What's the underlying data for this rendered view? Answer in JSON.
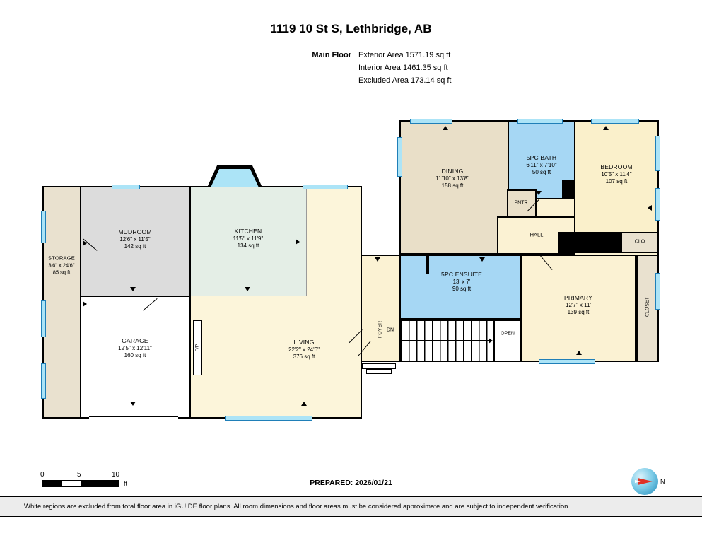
{
  "header": {
    "title": "1119 10 St S, Lethbridge, AB",
    "floor_label": "Main Floor",
    "area_stats": [
      "Exterior Area 1571.19 sq ft",
      "Interior Area 1461.35 sq ft",
      "Excluded Area 173.14 sq ft"
    ]
  },
  "rooms": [
    {
      "name": "STORAGE",
      "dims": "3'6\" x 24'6\"",
      "area": "85 sq ft"
    },
    {
      "name": "MUDROOM",
      "dims": "12'6\" x 11'5\"",
      "area": "142 sq ft"
    },
    {
      "name": "GARAGE",
      "dims": "12'5\" x 12'11\"",
      "area": "160 sq ft"
    },
    {
      "name": "KITCHEN",
      "dims": "11'5\" x 11'9\"",
      "area": "134 sq ft"
    },
    {
      "name": "LIVING",
      "dims": "22'2\" x 24'6\"",
      "area": "376 sq ft"
    },
    {
      "name": "DINING",
      "dims": "11'10\" x 13'8\"",
      "area": "158 sq ft"
    },
    {
      "name": "5PC BATH",
      "dims": "6'11\" x 7'10\"",
      "area": "50 sq ft"
    },
    {
      "name": "BEDROOM",
      "dims": "10'5\" x 11'4\"",
      "area": "107 sq ft"
    },
    {
      "name": "5PC ENSUITE",
      "dims": "13' x 7'",
      "area": "90 sq ft"
    },
    {
      "name": "PRIMARY",
      "dims": "12'7\" x 11'",
      "area": "139 sq ft"
    }
  ],
  "labels": {
    "pntr": "PNTR",
    "hall": "HALL",
    "clo": "CLO",
    "closet": "CLOSET",
    "foyer": "FOYER",
    "dn": "DN",
    "open": "OPEN",
    "fireplace": "F/P"
  },
  "footer": {
    "prepared": "PREPARED: 2026/01/21",
    "scale": {
      "ticks": [
        "0",
        "5",
        "10"
      ],
      "unit": "ft"
    },
    "disclaimer": "White regions are excluded from total floor area in iGUIDE floor plans. All room dimensions and floor areas must be considered approximate and are subject to independent verification."
  },
  "compass": {
    "label": "N"
  },
  "colors": {
    "wall": "#000000",
    "window_fill": "#ace4f7",
    "window_stroke": "#1f7fb8",
    "cream": "#fbf2d3",
    "living_cream": "#fcf5da",
    "bedroom_cream": "#faf0cb",
    "tan": "#e9dfc8",
    "beige": "#e9e1cf",
    "mudroom_gray": "#dcdcdc",
    "kitchen_mint": "#e4eee6",
    "bath_blue": "#a6d7f4",
    "excluded_white": "#ffffff",
    "band_bg": "#ececec",
    "compass_blue": "#1d88b8",
    "compass_red": "#e03226"
  }
}
